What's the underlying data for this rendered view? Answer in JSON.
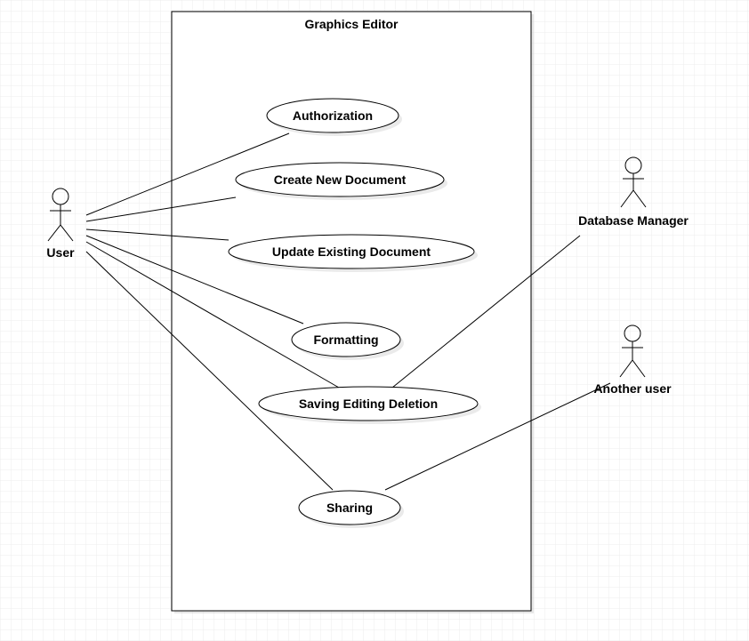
{
  "system": {
    "title": "Graphics Editor"
  },
  "actors": {
    "user": "User",
    "database_manager": "Database Manager",
    "another_user": "Another user"
  },
  "use_cases": {
    "authorization": "Authorization",
    "create_new_document": "Create New Document",
    "update_existing_document": "Update Existing Document",
    "formatting": "Formatting",
    "saving_editing_deletion": "Saving Editing Deletion",
    "sharing": "Sharing"
  }
}
